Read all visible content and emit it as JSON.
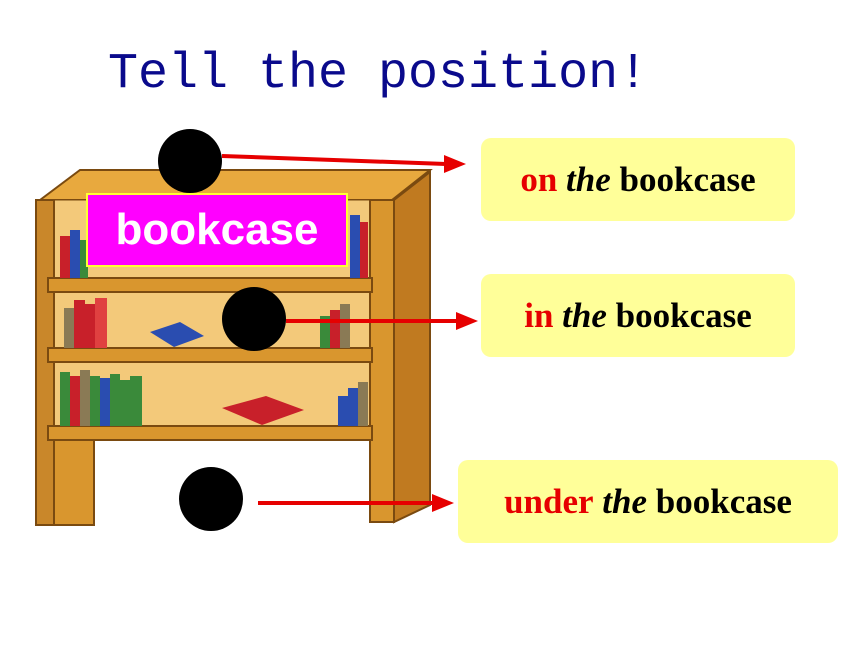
{
  "slide": {
    "title": "Tell the position!",
    "object_label": "bookcase",
    "positions": [
      {
        "preposition": "on",
        "article": "the",
        "noun": "bookcase"
      },
      {
        "preposition": "in",
        "article": "the",
        "noun": "bookcase"
      },
      {
        "preposition": "under",
        "article": "the",
        "noun": "bookcase"
      }
    ]
  },
  "colors": {
    "title": "#0a0a8c",
    "answer_box_bg": "#ffff99",
    "preposition": "#e60000",
    "arrow": "#e60000",
    "label_bg": "#ff00ff",
    "bookcase_wood": "#d9962e",
    "ball": "#000000"
  }
}
